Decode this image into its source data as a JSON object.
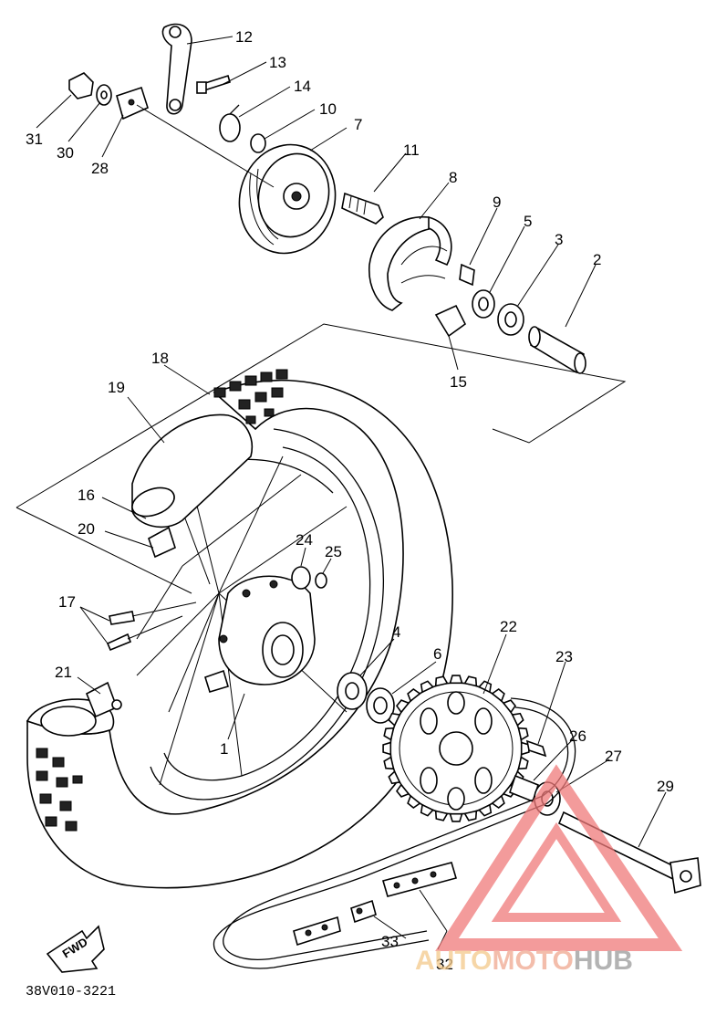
{
  "diagram_code": "38V010-3221",
  "fwd_label": "FWD",
  "watermark": {
    "part1": "AUTO",
    "part2": "MOTO",
    "part3": "HUB",
    "color1": "#f3c98a",
    "color2": "#f0a890",
    "color3": "#9a9a9a",
    "triangle_color": "#f07a7a"
  },
  "callouts": {
    "c1": "1",
    "c2": "2",
    "c3": "3",
    "c4": "4",
    "c5": "5",
    "c6": "6",
    "c7": "7",
    "c8": "8",
    "c9": "9",
    "c10": "10",
    "c11": "11",
    "c12": "12",
    "c13": "13",
    "c14": "14",
    "c15": "15",
    "c16": "16",
    "c17": "17",
    "c18": "18",
    "c19": "19",
    "c20": "20",
    "c21": "21",
    "c22": "22",
    "c23": "23",
    "c24": "24",
    "c25": "25",
    "c26": "26",
    "c27": "27",
    "c28": "28",
    "c29": "29",
    "c30": "30",
    "c31": "31",
    "c32": "32",
    "c33": "33"
  }
}
